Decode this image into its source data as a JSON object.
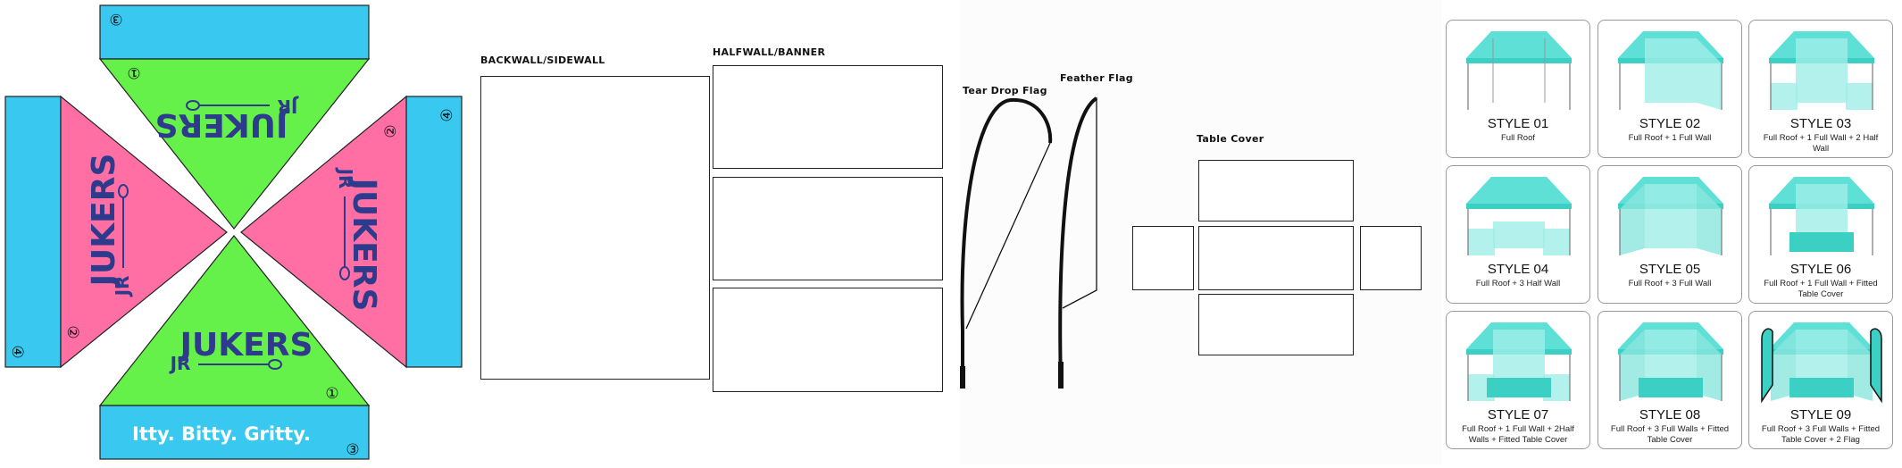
{
  "canopy": {
    "logo_text": "JUKERS",
    "logo_prefix": "JR",
    "tagline": "Itty. Bitty. Gritty.",
    "marker_1": "①",
    "marker_2": "②",
    "marker_3": "③",
    "marker_4": "④",
    "colors": {
      "green": "#66f04a",
      "pink": "#ff6fa4",
      "blue": "#38c8f0",
      "logo": "#2e3a8c"
    }
  },
  "walls": {
    "backwall_label": "BACKWALL/SIDEWALL",
    "halfwall_label": "HALFWALL/BANNER"
  },
  "flags": {
    "teardrop_label": "Tear Drop Flag",
    "feather_label": "Feather Flag"
  },
  "table": {
    "label": "Table Cover"
  },
  "styles": [
    {
      "title": "STYLE 01",
      "desc": "Full Roof"
    },
    {
      "title": "STYLE 02",
      "desc": "Full Roof + 1 Full Wall"
    },
    {
      "title": "STYLE 03",
      "desc": "Full Roof + 1 Full Wall + 2 Half Wall"
    },
    {
      "title": "STYLE 04",
      "desc": "Full Roof + 3 Half Wall"
    },
    {
      "title": "STYLE 05",
      "desc": "Full Roof + 3 Full Wall"
    },
    {
      "title": "STYLE 06",
      "desc": "Full Roof + 1 Full Wall + Fitted Table Cover"
    },
    {
      "title": "STYLE 07",
      "desc": "Full Roof + 1 Full Wall + 2Half Walls + Fitted Table Cover"
    },
    {
      "title": "STYLE 08",
      "desc": "Full Roof + 3 Full Walls + Fitted Table Cover"
    },
    {
      "title": "STYLE 09",
      "desc": "Full Roof + 3 Full Walls + Fitted Table Cover + 2 Flag"
    }
  ]
}
